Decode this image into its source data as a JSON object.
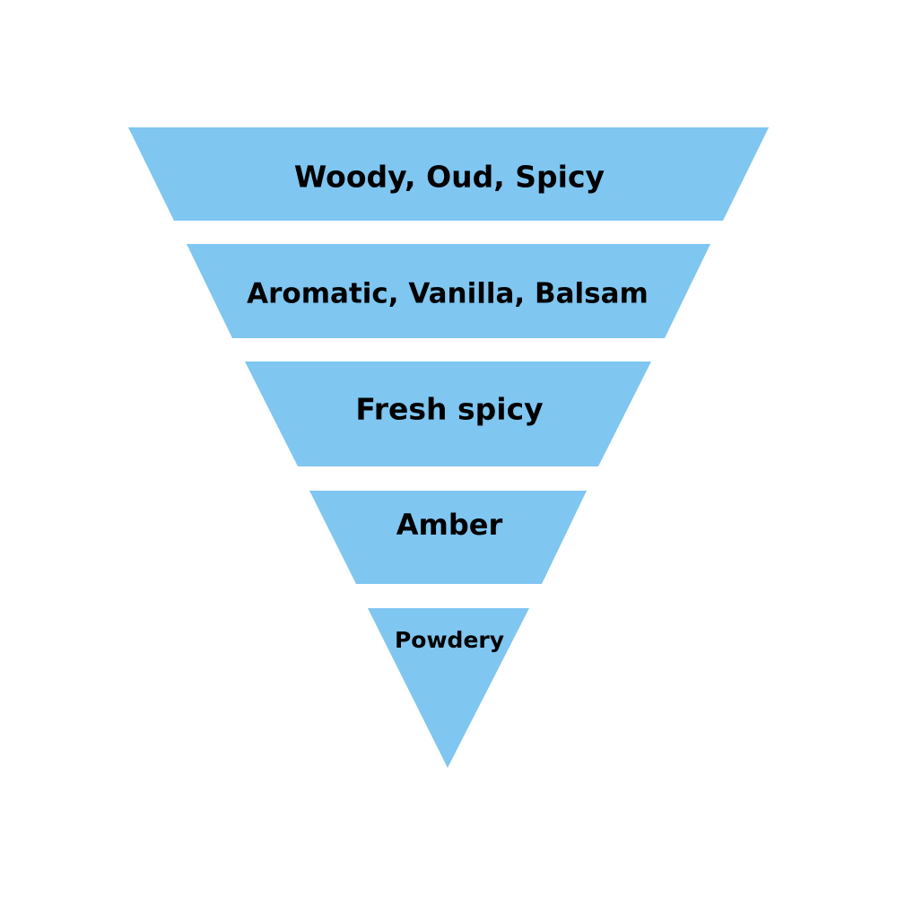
{
  "diagram": {
    "fill_color": "#7fc6f1",
    "text_color": "#000000",
    "tiers": [
      {
        "label": "Woody, Oud, Spicy"
      },
      {
        "label": "Aromatic, Vanilla, Balsam"
      },
      {
        "label": "Fresh spicy"
      },
      {
        "label": "Amber"
      },
      {
        "label": "Powdery"
      }
    ]
  }
}
